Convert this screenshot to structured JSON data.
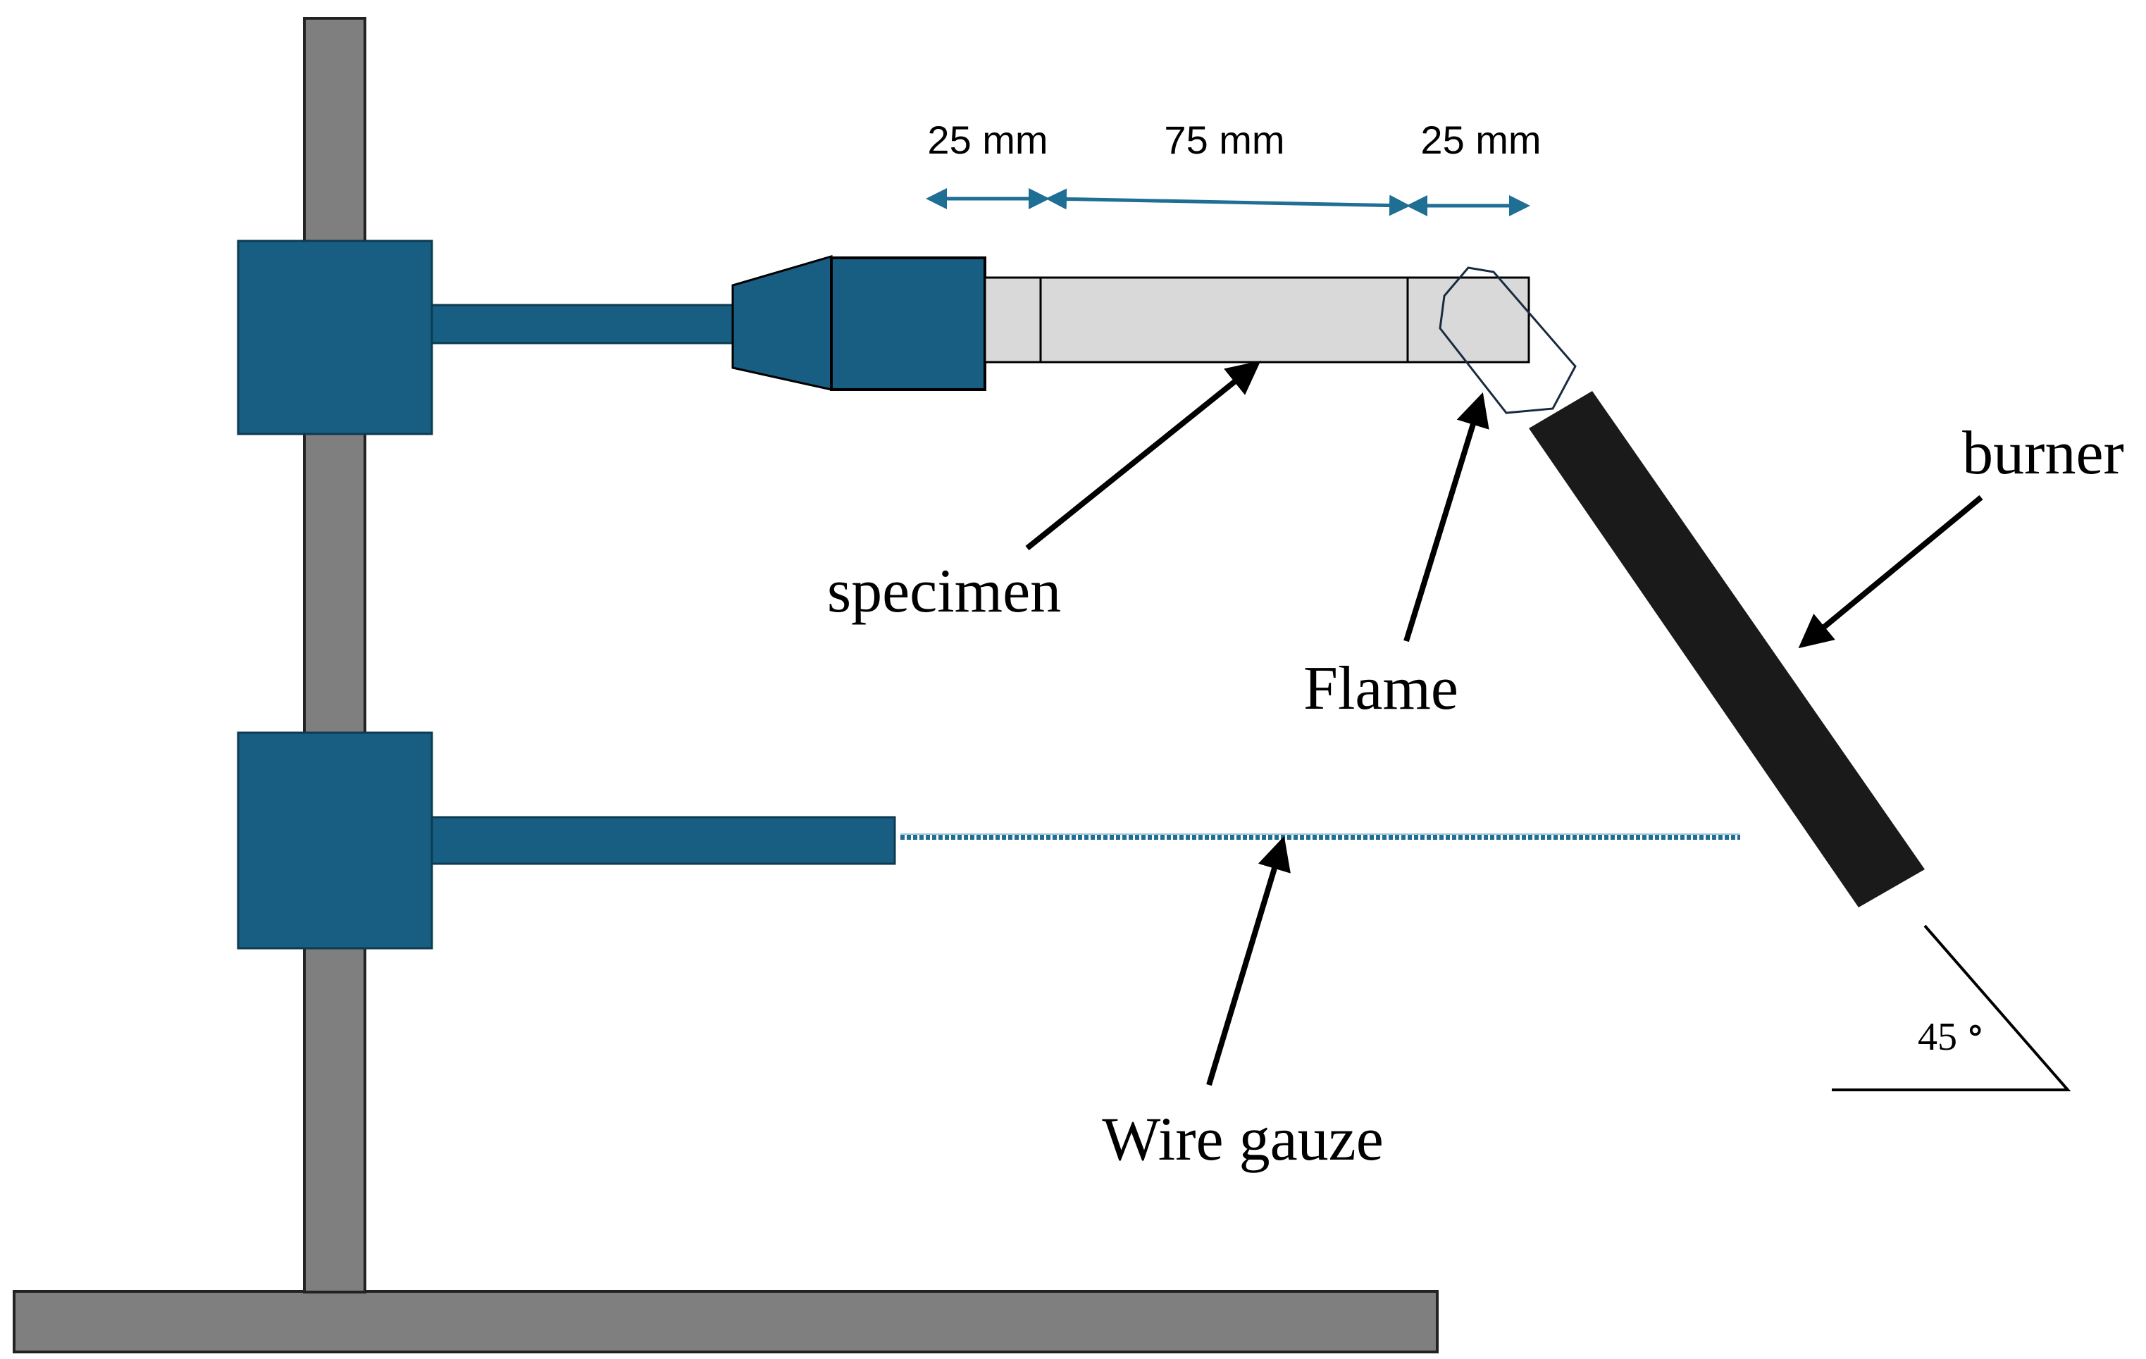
{
  "diagram": {
    "dimensions": {
      "first": "25 mm",
      "middle": "75 mm",
      "last": "25 mm"
    },
    "labels": {
      "specimen": "specimen",
      "flame": "Flame",
      "burner": "burner",
      "wire_gauze": "Wire gauze"
    },
    "angle": {
      "value": "45",
      "degree_symbol": "∘"
    },
    "colors": {
      "clamp_blue": "#175E82",
      "stand_gray": "#7F7F7F",
      "specimen_fill": "#D9D9D9",
      "burner_black": "#1A1A1A",
      "dimension_arrow": "#1F6E94",
      "outline": "#000000"
    }
  }
}
